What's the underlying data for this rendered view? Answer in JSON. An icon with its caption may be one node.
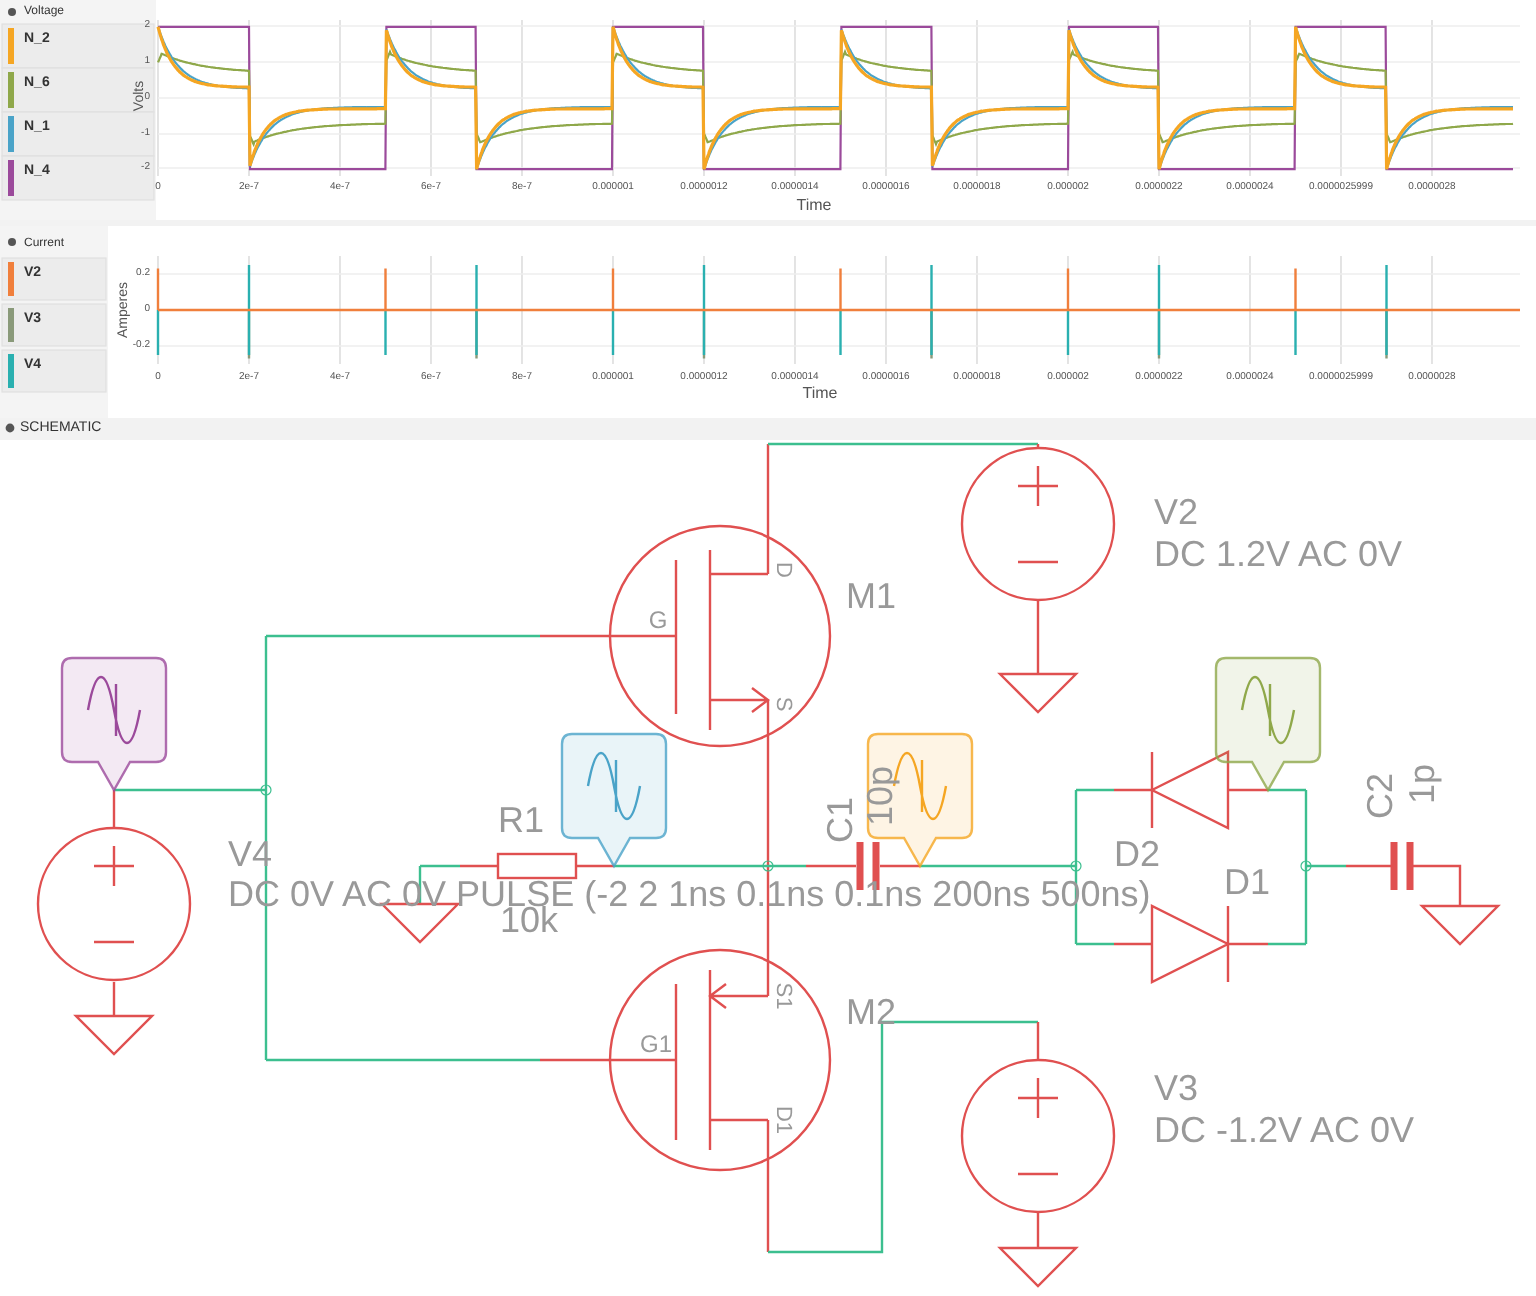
{
  "diagram": {
    "labels": [
      "Voltage",
      "Volts",
      "2",
      "1",
      "0",
      "-1",
      "-2",
      "0",
      "2e-7",
      "4e-7",
      "6e-7",
      "8e-7",
      "0.000001",
      "0.0000012",
      "0.0000014",
      "0.0000016",
      "0.0000018",
      "0.000002",
      "0.0000022",
      "0.0000024",
      "0.0000025999",
      "0.0000028",
      "Time",
      "Current",
      "Amperes",
      "0.2",
      "0",
      "-0.2",
      "0",
      "2e-7",
      "4e-7",
      "6e-7",
      "8e-7",
      "0.000001",
      "0.0000012",
      "0.0000014",
      "0.0000016",
      "0.0000018",
      "0.000002",
      "0.0000022",
      "0.0000024",
      "0.0000025999",
      "0.0000028",
      "Time",
      "SCHEMATIC",
      "D",
      "G",
      "S",
      "M1",
      "V2",
      "DC 1.2V AC 0V",
      "R1",
      "C1",
      "10p",
      "C2",
      "1p",
      "V4",
      "DC 0V AC 0V PULSE (-2 2 1ns 0.1ns 0.1ns 200ns 500ns)",
      "D2",
      "10k",
      "D1",
      "S1",
      "G1",
      "M2",
      "D1",
      "V3",
      "DC -1.2V AC 0V"
    ],
    "legend": [
      {
        "text": "N_2",
        "color": "#f5a623"
      },
      {
        "text": "N_6",
        "color": "#8fa84a"
      },
      {
        "text": "N_1",
        "color": "#4aa3c8"
      },
      {
        "text": "N_4",
        "color": "#9b4a9b"
      },
      {
        "text": "V2",
        "color": "#f07f3c"
      },
      {
        "text": "V3",
        "color": "#8a9a7a"
      },
      {
        "text": "V4",
        "color": "#2ab0b0"
      }
    ]
  }
}
